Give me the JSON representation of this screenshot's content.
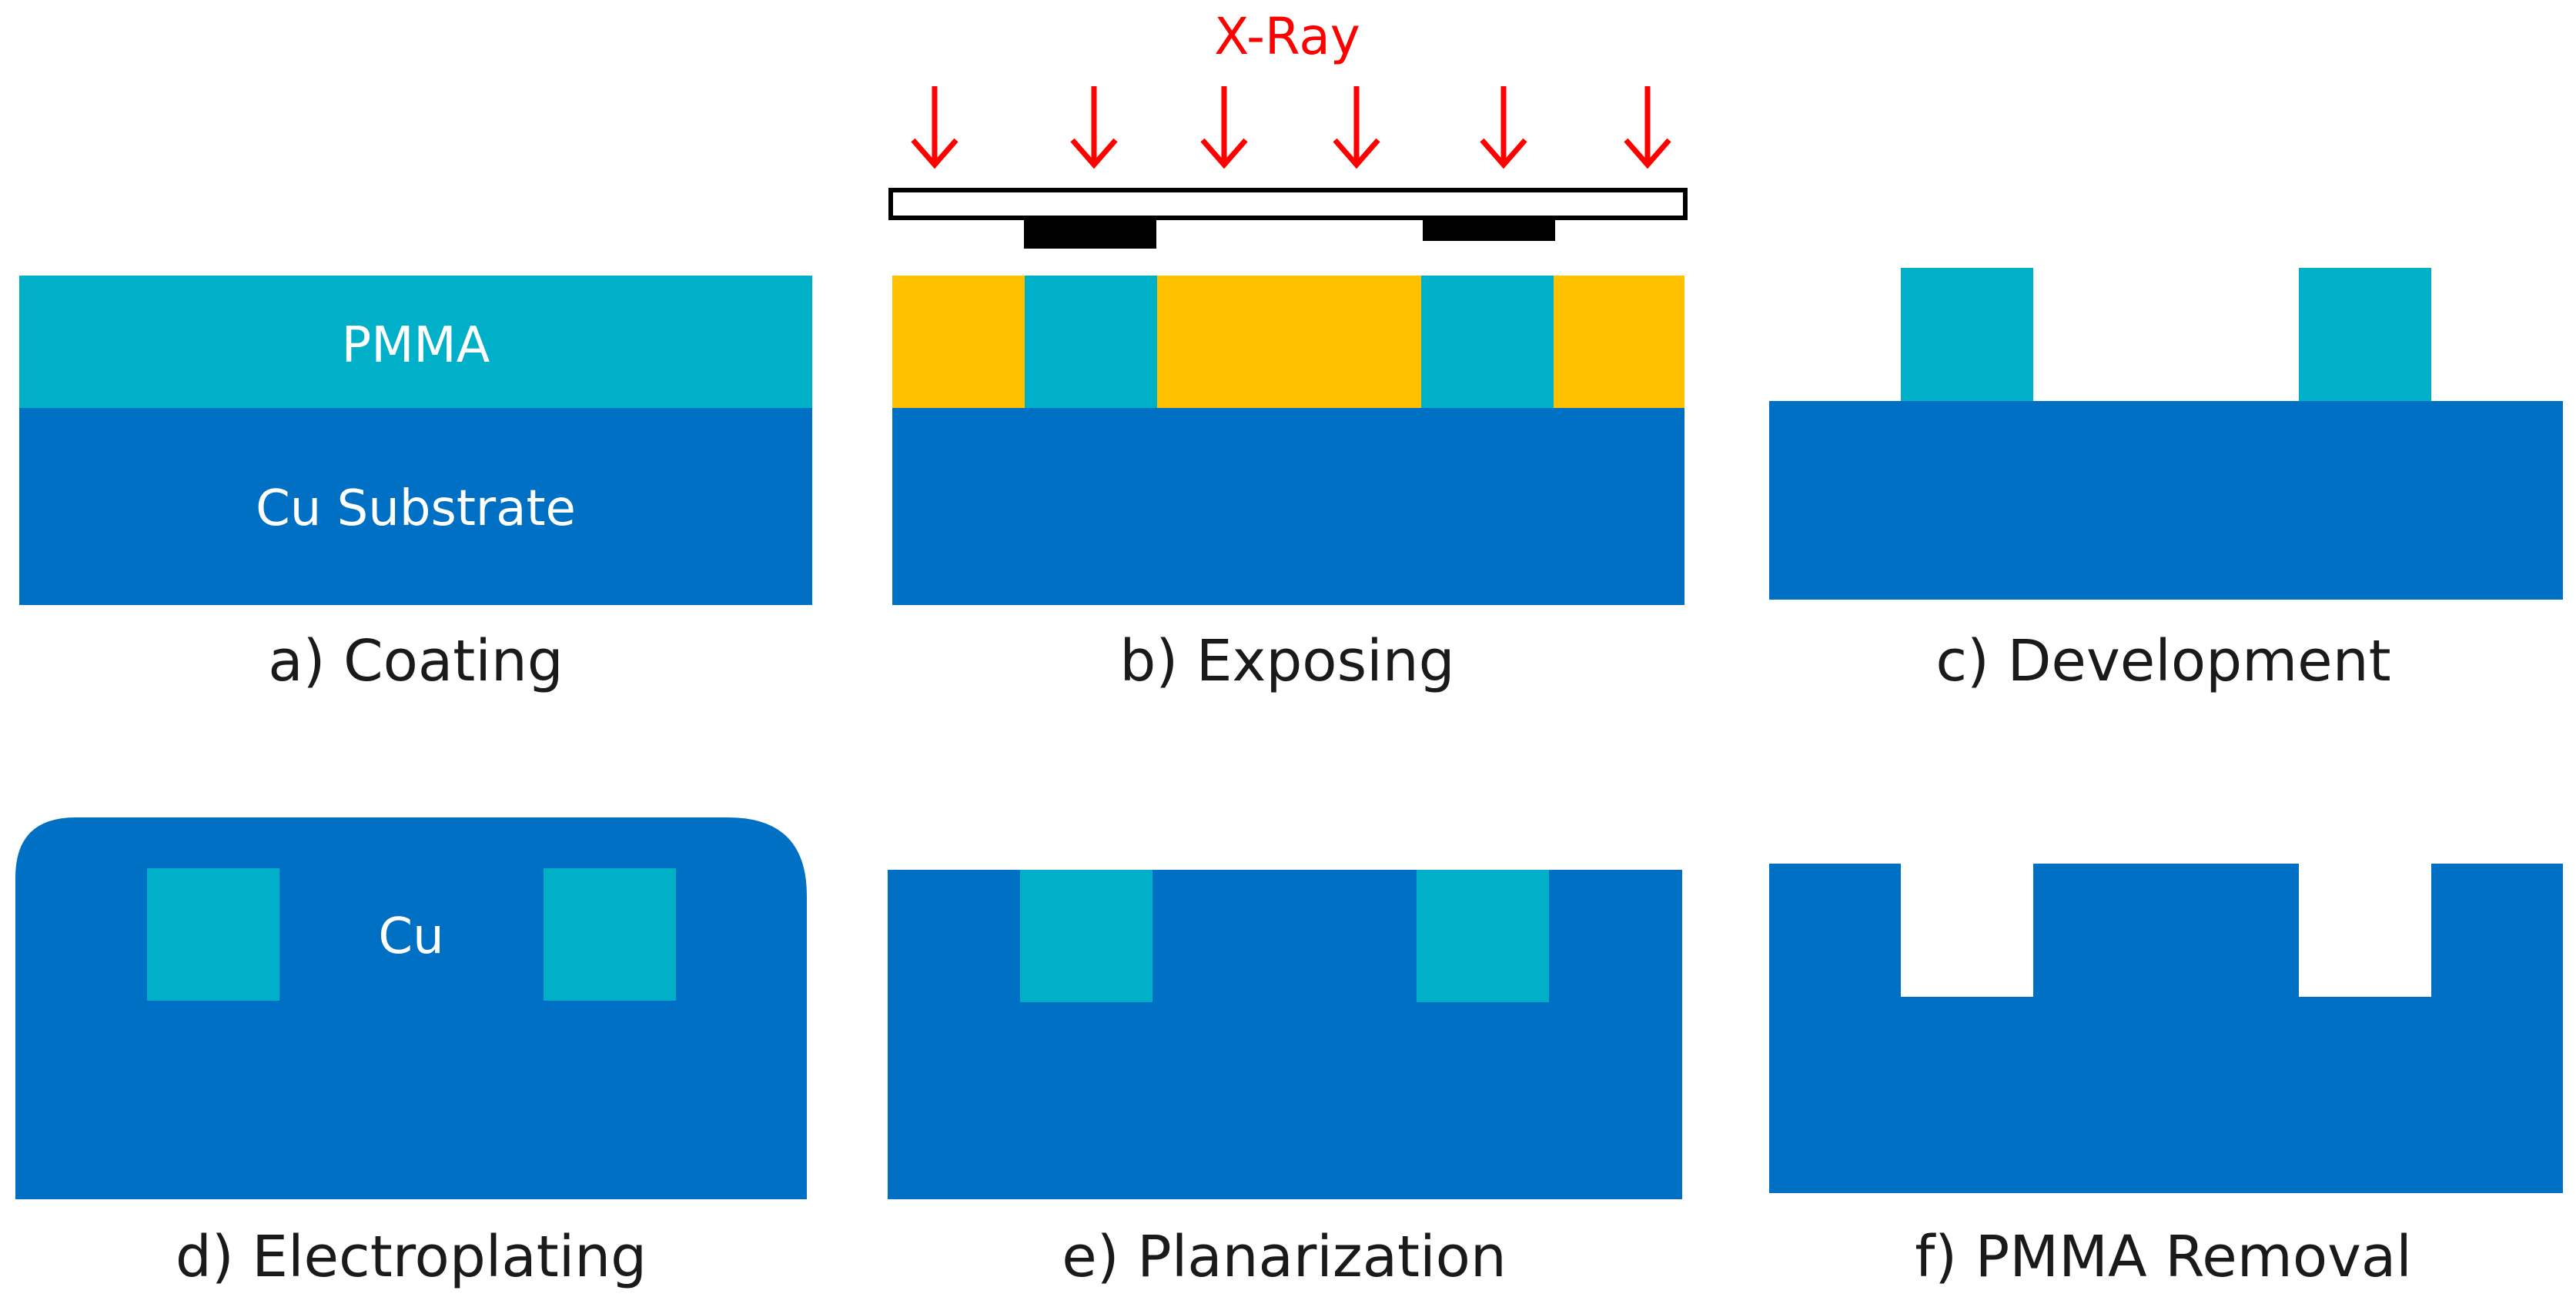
{
  "colors": {
    "pmma": "#00B0C8",
    "copper": "#0070C4",
    "exposed_pmma": "#FFC000",
    "xray": "#FF0000",
    "mask_absorber": "#000000",
    "mask_membrane": "#ffffff"
  },
  "xray": {
    "label": "X-Ray",
    "arrow_count": 6
  },
  "labels": {
    "pmma": "PMMA",
    "substrate": "Cu Substrate",
    "cu": "Cu"
  },
  "steps": [
    {
      "id": "a",
      "caption": "a) Coating"
    },
    {
      "id": "b",
      "caption": "b) Exposing"
    },
    {
      "id": "c",
      "caption": "c) Development"
    },
    {
      "id": "d",
      "caption": "d) Electroplating"
    },
    {
      "id": "e",
      "caption": "e) Planarization"
    },
    {
      "id": "f",
      "caption": "f) PMMA Removal"
    }
  ]
}
